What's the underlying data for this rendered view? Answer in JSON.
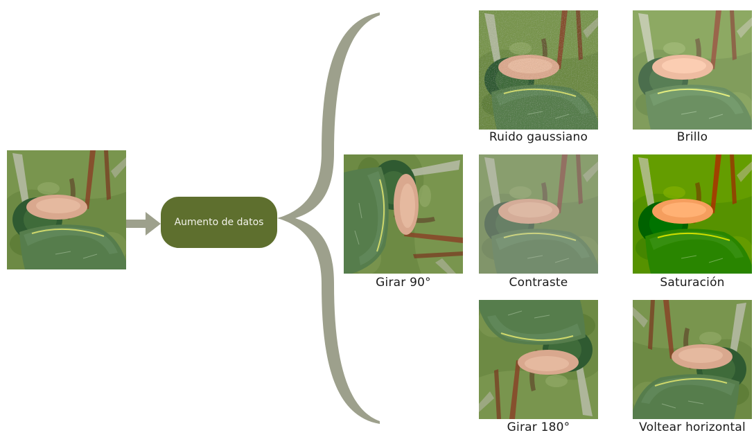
{
  "node": {
    "label": "Aumento de datos"
  },
  "captions": {
    "girar90": "Girar 90°",
    "ruido": "Ruido gaussiano",
    "brillo": "Brillo",
    "contraste": "Contraste",
    "saturacion": "Saturación",
    "girar180": "Girar 180°",
    "voltear": "Voltear horizontal"
  },
  "colors": {
    "node_fill": "#5e6f2e",
    "node_text": "#f2f2ea",
    "connector": "#9da08c"
  },
  "icons": {
    "source": "leaf-photo",
    "girar90": "leaf-photo-rotated-90",
    "ruido": "leaf-photo-noisy",
    "brillo": "leaf-photo-bright",
    "contraste": "leaf-photo-contrast",
    "saturacion": "leaf-photo-saturated",
    "girar180": "leaf-photo-rotated-180",
    "voltear": "leaf-photo-flipped"
  }
}
